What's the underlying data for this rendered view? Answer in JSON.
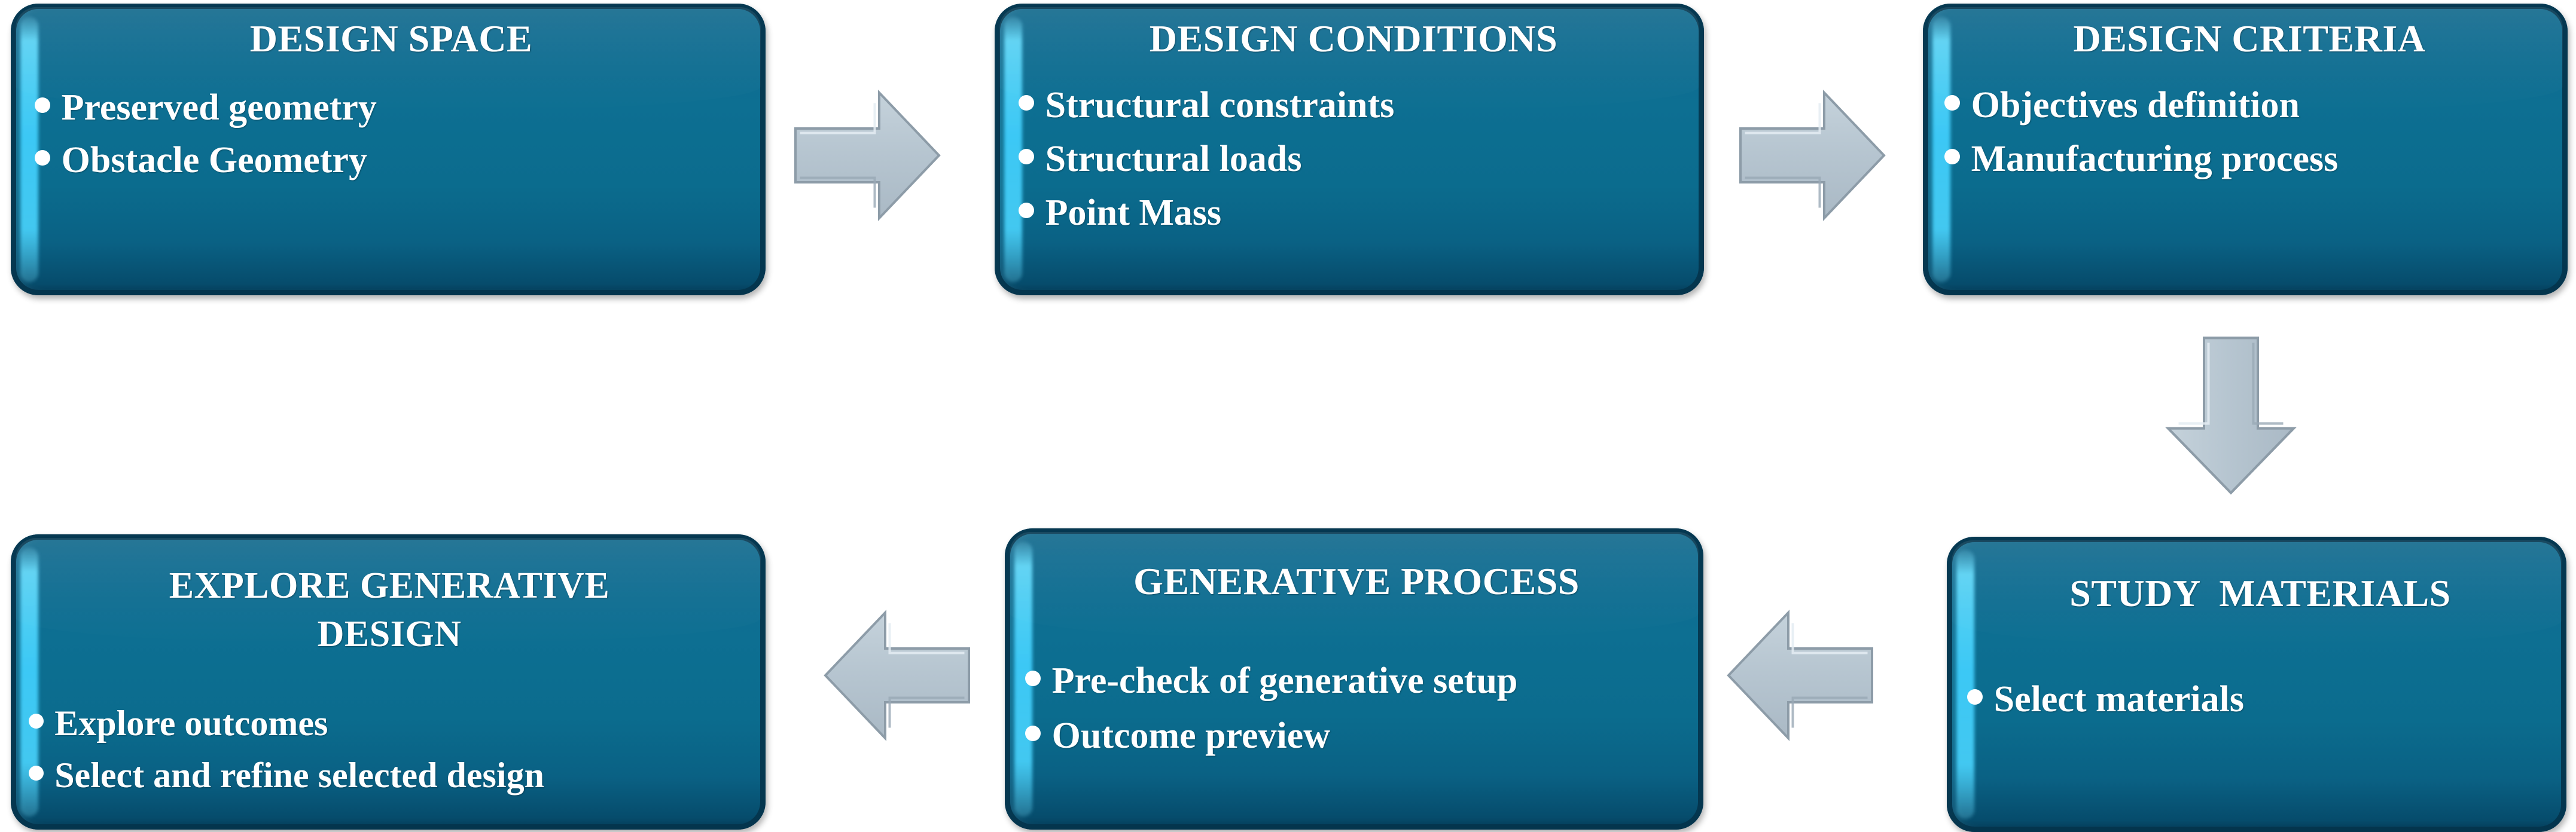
{
  "diagram": {
    "title": "Generative design workflow flowchart",
    "colors": {
      "node_fill_top": "#13698c",
      "node_fill_mid": "#0d6f92",
      "node_fill_bottom": "#043a55",
      "node_edge_dark": "#04344c",
      "node_highlight_cyan": "#3cc8f5",
      "node_text": "#ffffff",
      "arrow_fill": "#b7c6d0",
      "arrow_stroke": "#8b9aa6",
      "background": "#ffffff"
    },
    "nodes": [
      {
        "id": "design-space",
        "title": "DESIGN SPACE",
        "bullets": [
          "Preserved geometry",
          "Obstacle Geometry"
        ]
      },
      {
        "id": "design-conditions",
        "title": "DESIGN CONDITIONS",
        "bullets": [
          "Structural constraints",
          "Structural loads",
          "Point Mass"
        ]
      },
      {
        "id": "design-criteria",
        "title": "DESIGN CRITERIA",
        "bullets": [
          "Objectives definition",
          "Manufacturing process"
        ]
      },
      {
        "id": "study-materials",
        "title": "STUDY  MATERIALS",
        "bullets": [
          "Select materials"
        ]
      },
      {
        "id": "generative-process",
        "title": "GENERATIVE PROCESS",
        "bullets": [
          "Pre-check of generative setup",
          "Outcome preview"
        ]
      },
      {
        "id": "explore-generative-design",
        "title": "EXPLORE GENERATIVE\nDESIGN",
        "bullets": [
          "Explore outcomes",
          "Select and refine selected design"
        ]
      }
    ],
    "arrows": [
      {
        "id": "arrow-1",
        "icon": "arrow-right-icon",
        "direction": "right",
        "from": "design-space",
        "to": "design-conditions"
      },
      {
        "id": "arrow-2",
        "icon": "arrow-right-icon",
        "direction": "right",
        "from": "design-conditions",
        "to": "design-criteria"
      },
      {
        "id": "arrow-3",
        "icon": "arrow-down-icon",
        "direction": "down",
        "from": "design-criteria",
        "to": "study-materials"
      },
      {
        "id": "arrow-4",
        "icon": "arrow-left-icon",
        "direction": "left",
        "from": "study-materials",
        "to": "generative-process"
      },
      {
        "id": "arrow-5",
        "icon": "arrow-left-icon",
        "direction": "left",
        "from": "generative-process",
        "to": "explore-generative-design"
      }
    ]
  }
}
